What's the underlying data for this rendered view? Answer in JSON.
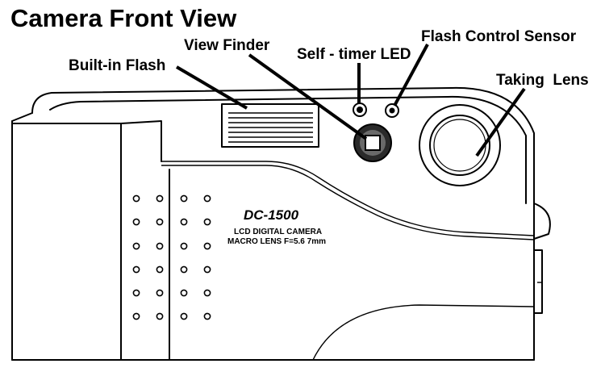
{
  "title": "Camera Front View",
  "labels": {
    "built_in_flash": "Built-in Flash",
    "view_finder": "View Finder",
    "self_timer_led": "Self - timer LED",
    "flash_control_sensor": "Flash Control Sensor",
    "taking_lens": "Taking  Lens"
  },
  "camera": {
    "model": "DC-1500",
    "line1": "LCD DIGITAL CAMERA",
    "line2": "MACRO LENS F=5.6  7mm"
  }
}
